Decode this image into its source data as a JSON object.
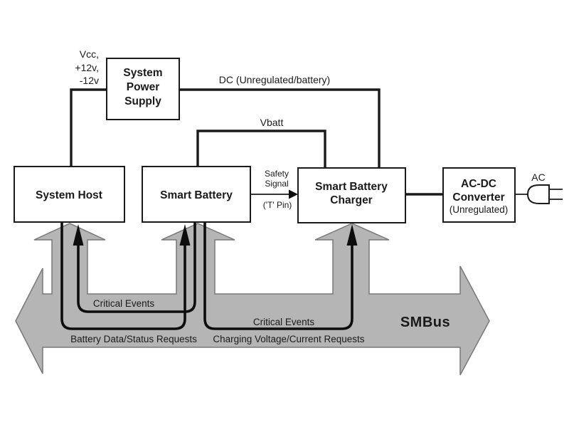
{
  "diagram": {
    "name": "Smart Battery System block diagram",
    "colors": {
      "bus_fill": "#b5b5b5",
      "bus_stroke": "#787878",
      "line_color": "#1a1a1a",
      "box_fill": "#ffffff",
      "background": "#ffffff"
    },
    "boxes": {
      "power_supply": {
        "line1": "System",
        "line2": "Power",
        "line3": "Supply"
      },
      "system_host": {
        "label": "System Host"
      },
      "smart_battery": {
        "label": "Smart Battery"
      },
      "charger": {
        "line1": "Smart Battery",
        "line2": "Charger"
      },
      "ac_dc": {
        "line1": "AC-DC",
        "line2": "Converter",
        "line3": "(Unregulated)"
      }
    },
    "labels": {
      "vcc_line1": "Vcc,",
      "vcc_line2": "+12v,",
      "vcc_line3": "-12v",
      "dc_unregulated": "DC (Unregulated/battery)",
      "vbatt": "Vbatt",
      "safety_line1": "Safety",
      "safety_line2": "Signal",
      "t_pin": "('T' Pin)",
      "ac": "AC",
      "critical_events_to_host": "Critical Events",
      "battery_data_requests": "Battery Data/Status Requests",
      "critical_events_to_charger": "Critical Events",
      "charging_requests": "Charging Voltage/Current Requests",
      "smbus": "SMBus"
    }
  }
}
